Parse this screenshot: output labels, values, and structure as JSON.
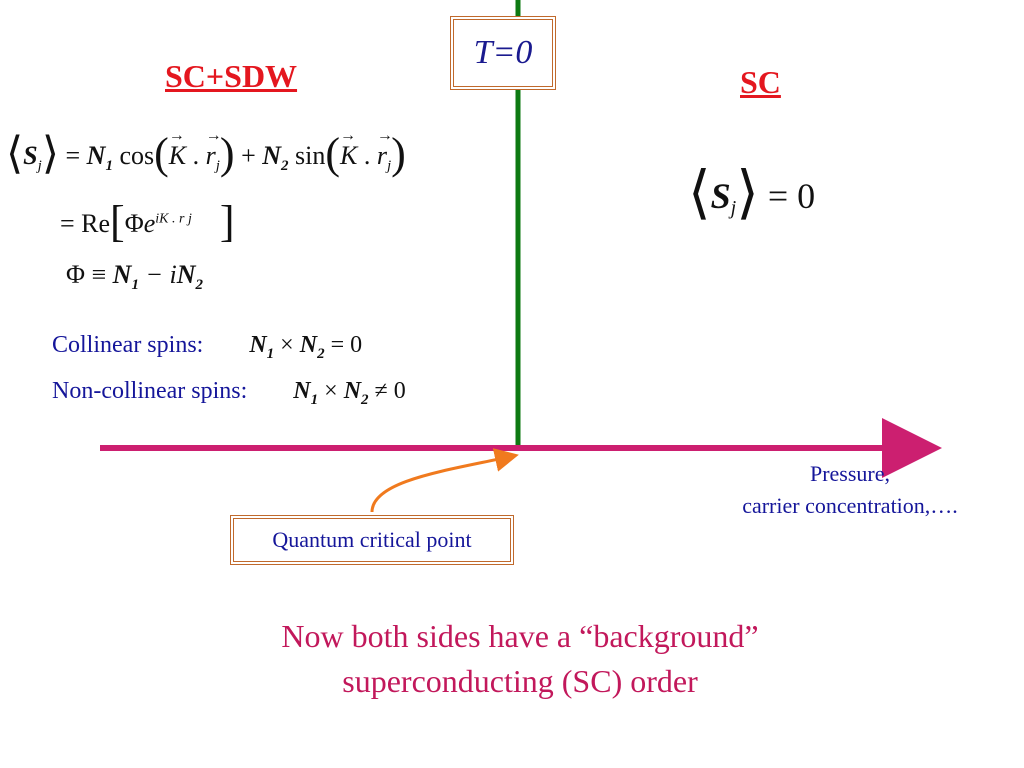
{
  "diagram": {
    "time_box": "T=0",
    "left_heading": "SC+SDW",
    "right_heading": "SC",
    "equations": {
      "eq1": {
        "lhs": "S",
        "lhs_sub": "j",
        "equals": "=",
        "n1": "N",
        "n1_sub": "1",
        "cos": "cos",
        "k": "K",
        "dot": ".",
        "r": "r",
        "r_sub": "j",
        "plus": "+",
        "n2": "N",
        "n2_sub": "2",
        "sin": "sin"
      },
      "eq2": {
        "equals_re": "= Re",
        "phi": "Φ",
        "e": "e",
        "exponent": "iK . r j"
      },
      "eq3": {
        "phi_def": "Φ ≡",
        "n1": "N",
        "n1_sub": "1",
        "minus_i": "− i",
        "n2": "N",
        "n2_sub": "2"
      },
      "right_eq": {
        "s": "S",
        "sub": "j",
        "rhs": "= 0"
      }
    },
    "spins": {
      "collinear_label": "Collinear spins:",
      "collinear_rhs": "= 0",
      "noncollinear_label": "Non-collinear spins:",
      "noncollinear_rhs": "≠ 0",
      "n1": "N",
      "n1_sub": "1",
      "times": "×",
      "n2": "N",
      "n2_sub": "2"
    },
    "qcp_label": "Quantum critical point",
    "axis_label_line1": "Pressure,",
    "axis_label_line2": "carrier concentration,….",
    "bottom_line1": "Now both sides have a “background”",
    "bottom_line2": "superconducting (SC) order"
  },
  "colors": {
    "divider": "#0e7a12",
    "axis": "#cc1f70",
    "callout_arrow": "#f07a1e",
    "heading": "#e4171f",
    "text_blue": "#15169a",
    "box_border": "#c0692c",
    "bottom_text": "#c2185b"
  }
}
